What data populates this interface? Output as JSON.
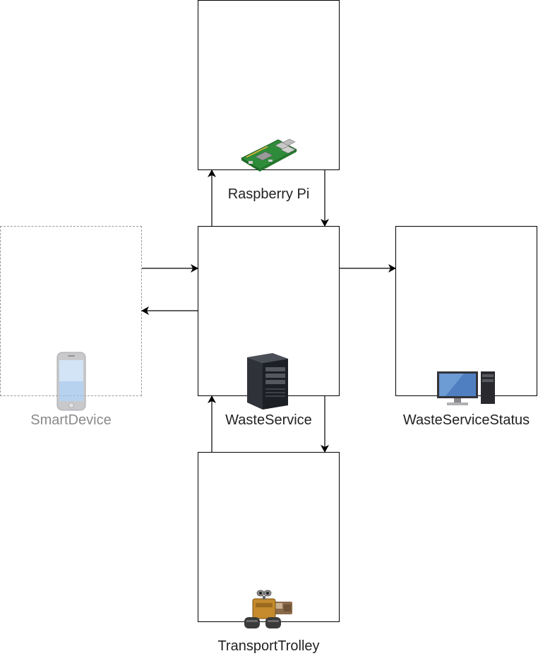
{
  "nodes": {
    "raspberry": {
      "label": "Raspberry Pi",
      "icon": "raspberry-pi-board-icon"
    },
    "smartdevice": {
      "label": "SmartDevice",
      "icon": "smartphone-icon"
    },
    "wasteservice": {
      "label": "WasteService",
      "icon": "server-tower-icon"
    },
    "status": {
      "label": "WasteServiceStatus",
      "icon": "desktop-computer-icon"
    },
    "trolley": {
      "label": "TransportTrolley",
      "icon": "wall-e-robot-icon"
    }
  },
  "edges": [
    {
      "from": "WasteService",
      "to": "Raspberry Pi"
    },
    {
      "from": "Raspberry Pi",
      "to": "WasteService"
    },
    {
      "from": "SmartDevice",
      "to": "WasteService"
    },
    {
      "from": "WasteService",
      "to": "SmartDevice"
    },
    {
      "from": "WasteService",
      "to": "WasteServiceStatus"
    },
    {
      "from": "WasteService",
      "to": "TransportTrolley"
    },
    {
      "from": "TransportTrolley",
      "to": "WasteService"
    }
  ],
  "colors": {
    "line": "#000000",
    "dashed_border": "#9a9a9a",
    "faded_text": "#8a8a8a"
  }
}
